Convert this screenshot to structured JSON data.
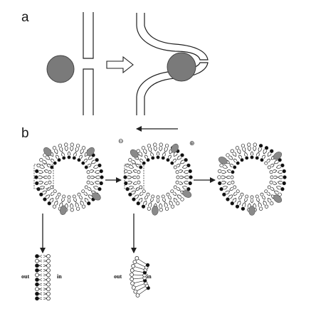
{
  "panels": [
    {
      "label": "a"
    },
    {
      "label": "b"
    }
  ],
  "bilayer_labels": [
    {
      "out": "out",
      "in": "in"
    },
    {
      "out": "out",
      "in": "in"
    }
  ],
  "charges": {
    "negative": "⊖",
    "positive": "⊕"
  },
  "colors": {
    "particle": "#7a7a7a",
    "protein": "#8a8a8a",
    "line": "#1f1f1f",
    "head_open": "#ffffff",
    "head_filled": "#111111"
  }
}
